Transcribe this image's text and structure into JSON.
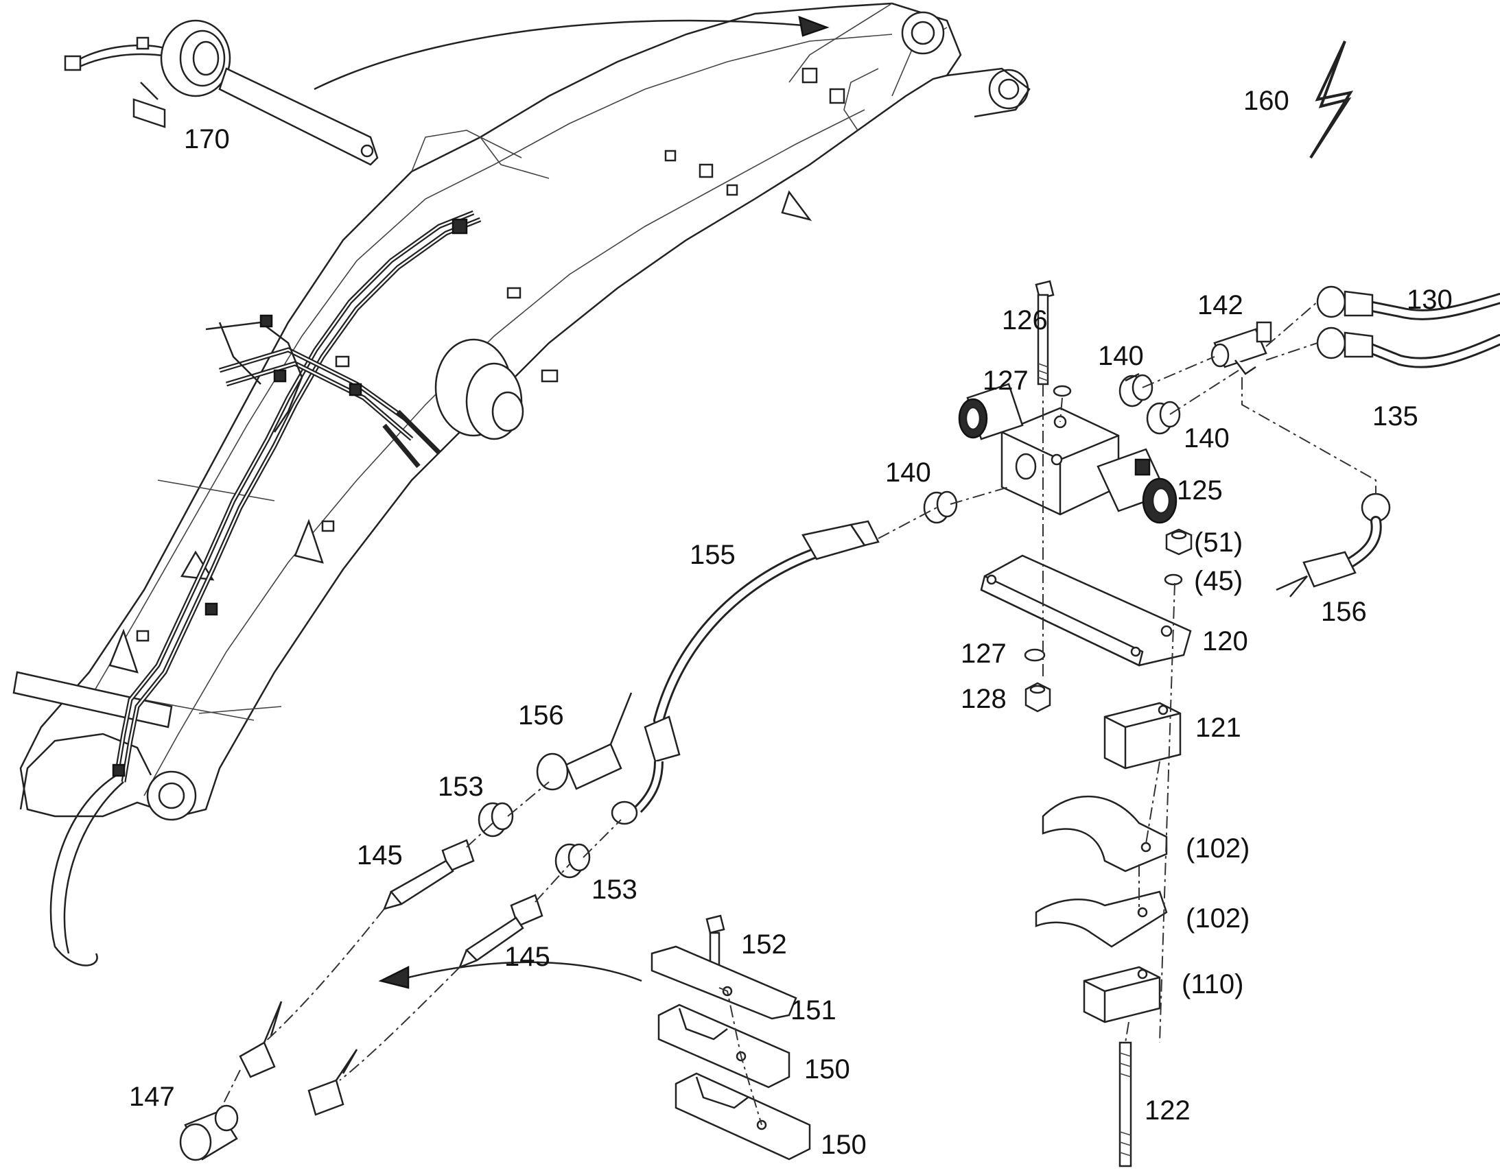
{
  "labels": {
    "p170": "170",
    "p160": "160",
    "p126": "126",
    "p127a": "127",
    "p140a": "140",
    "p142": "142",
    "p130": "130",
    "p135": "135",
    "p140b": "140",
    "p140c": "140",
    "p125": "125",
    "p155": "155",
    "p51": "(51)",
    "p45": "(45)",
    "p156a": "156",
    "p120": "120",
    "p127b": "127",
    "p128": "128",
    "p121": "121",
    "p156b": "156",
    "p153a": "153",
    "p145a": "145",
    "p153b": "153",
    "p102a": "(102)",
    "p102b": "(102)",
    "p145b": "145",
    "p152": "152",
    "p110": "(110)",
    "p151": "151",
    "p150a": "150",
    "p147": "147",
    "p122": "122",
    "p150b": "150"
  }
}
